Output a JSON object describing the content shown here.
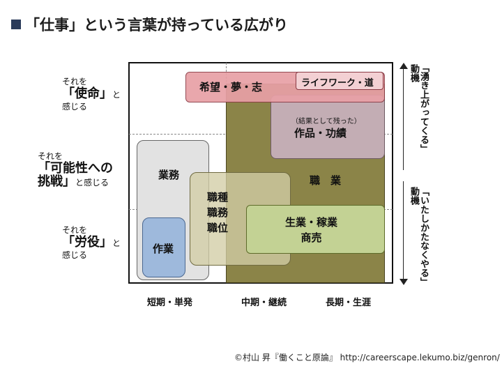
{
  "title": "「仕事」という言葉が持っている広がり",
  "left_labels": [
    {
      "pre": "それを",
      "bold": "「使命」",
      "mid": "と",
      "post": "感じる"
    },
    {
      "pre": "それを",
      "bold1": "「可能性への",
      "bold2": "挑戦」",
      "post": "と感じる"
    },
    {
      "pre": "それを",
      "bold": "「労役」",
      "mid": "と",
      "post": "感じる"
    }
  ],
  "boxes": {
    "kibou": "希望・夢・志",
    "lifework": "ライフワーク・道",
    "sakuhin_note": "（結果として残った）",
    "sakuhin": "作品・功績",
    "shokugyo": "職　業",
    "gyomu": "業務",
    "shokushu_1": "職種",
    "shokushu_2": "職務",
    "shokushu_3": "職位",
    "seigyo_1": "生業・稼業",
    "seigyo_2": "商売",
    "sagyo": "作業"
  },
  "x_labels": [
    "短期・単発",
    "中期・継続",
    "長期・生涯"
  ],
  "right_axis": {
    "top_label": "動機",
    "top_paren": "「湧き上がってくる」",
    "bottom_label": "動機",
    "bottom_paren": "「いたしかたなくやる」"
  },
  "credit": "©村山 昇『働くこと原論』 http://careerscape.lekumo.biz/genron/"
}
